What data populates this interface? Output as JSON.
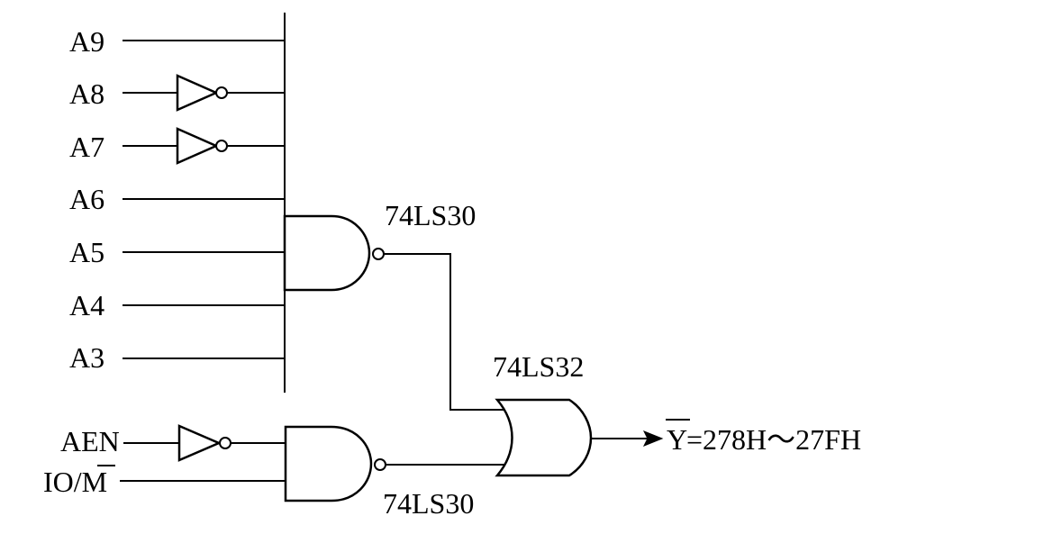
{
  "inputs": {
    "a9": "A9",
    "a8": "A8",
    "a7": "A7",
    "a6": "A6",
    "a5": "A5",
    "a4": "A4",
    "a3": "A3",
    "aen": "AEN",
    "io_m": "IO/M"
  },
  "chips": {
    "nand_top": "74LS30",
    "or_gate": "74LS32",
    "nand_bottom": "74LS30"
  },
  "output": {
    "y": "Y",
    "range": "=278H～27FH"
  }
}
